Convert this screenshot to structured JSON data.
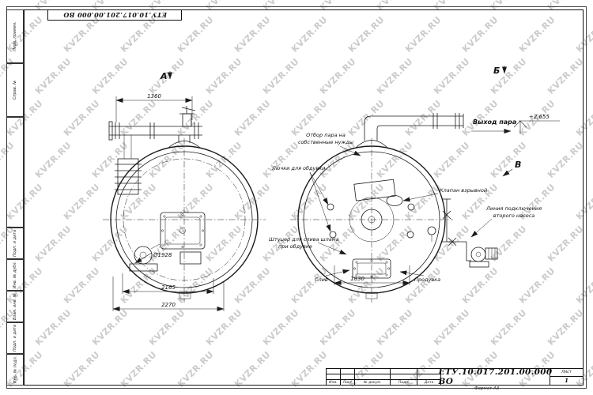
{
  "watermark": {
    "text": "KVZR.RU"
  },
  "stamps": {
    "top_doc_number": "ЕТУ.10.017.201.00.000  ВО",
    "left_labels": [
      "Перв. примен.",
      "Справ. №",
      "Подп. и дата",
      "Инв. № дубл.",
      "Взам. инв. №",
      "Подп. и дата",
      "Инв. № подл."
    ]
  },
  "drawing": {
    "view_a": {
      "label": "А",
      "dim_top": "1360",
      "dim_diameter": "Ø1928",
      "dim_mid": "2165",
      "dim_outer": "2270"
    },
    "view_b": {
      "label": "Б",
      "dim_bottom": "1830"
    },
    "view_v_label": "В",
    "callouts": {
      "steam_outlet": "Выход пара",
      "elevation": "+2,655",
      "own_needs_1": "Отбор пара на",
      "own_needs_2": "собственные нужды",
      "hatches": "Лючки для обдувки",
      "explosion_valve": "Клапан взрывной",
      "pump_line_1": "Линия подключения",
      "pump_line_2": "второго насоса",
      "sludge_1": "Штуцер для слива шлама",
      "sludge_2": "при обдувке",
      "drain": "Слив",
      "blowdown": "Продувка"
    }
  },
  "title_block": {
    "doc_number": "ЕТУ.10.017.201.00.000  ВО",
    "rev_columns": [
      "Изм.",
      "Лист",
      "№ докум.",
      "Подп.",
      "Дата"
    ],
    "sheet_label": "Лист",
    "sheet_value": "1",
    "format_note": "Формат А3"
  }
}
